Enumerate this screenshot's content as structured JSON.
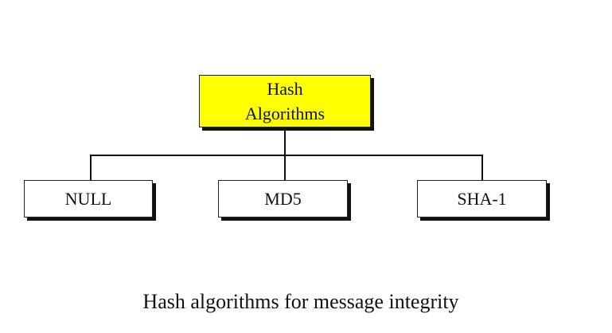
{
  "diagram": {
    "root": {
      "label_line1": "Hash",
      "label_line2": "Algorithms",
      "fill_color": "#ffff00"
    },
    "children": [
      {
        "label": "NULL"
      },
      {
        "label": "MD5"
      },
      {
        "label": "SHA-1"
      }
    ],
    "caption": "Hash algorithms for message integrity"
  }
}
